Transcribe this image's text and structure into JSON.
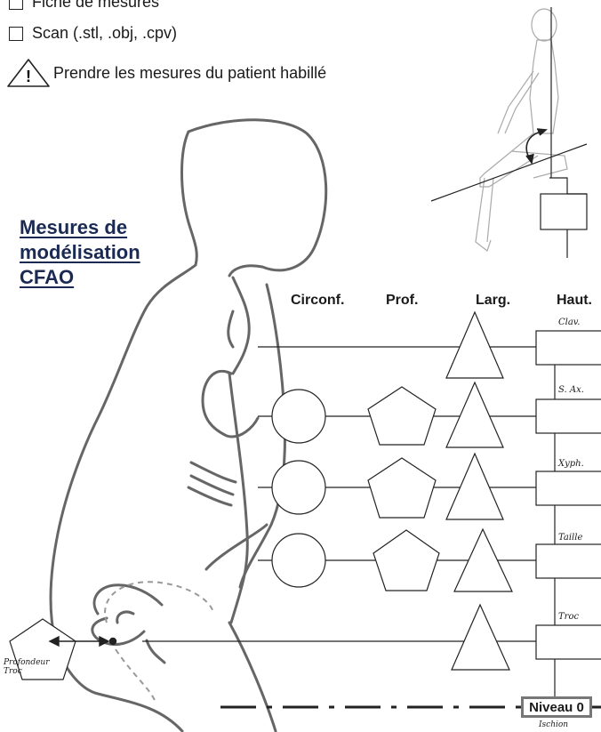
{
  "checkboxes": [
    {
      "label": "Fiche de mesures",
      "checked": false
    },
    {
      "label": "Scan (.stl, .obj, .cpv)",
      "checked": false
    }
  ],
  "warning": {
    "icon": "warning-triangle-icon",
    "text": "Prendre les mesures du patient habillé"
  },
  "section_title": {
    "line1": "Mesures de",
    "line2": "modélisation",
    "line3": "CFAO",
    "color": "#1b2a52"
  },
  "columns": {
    "circ": "Circonf.",
    "prof": "Prof.",
    "larg": "Larg.",
    "haut": "Haut."
  },
  "levels": {
    "clav": "Clav.",
    "sax": "S. Ax.",
    "xyph": "Xyph.",
    "taille": "Taille",
    "troc": "Troc"
  },
  "baseline": {
    "label": "Niveau 0",
    "sublabel": "Ischion"
  },
  "profondeur": {
    "line1": "Profondeur",
    "line2": "Troc"
  }
}
